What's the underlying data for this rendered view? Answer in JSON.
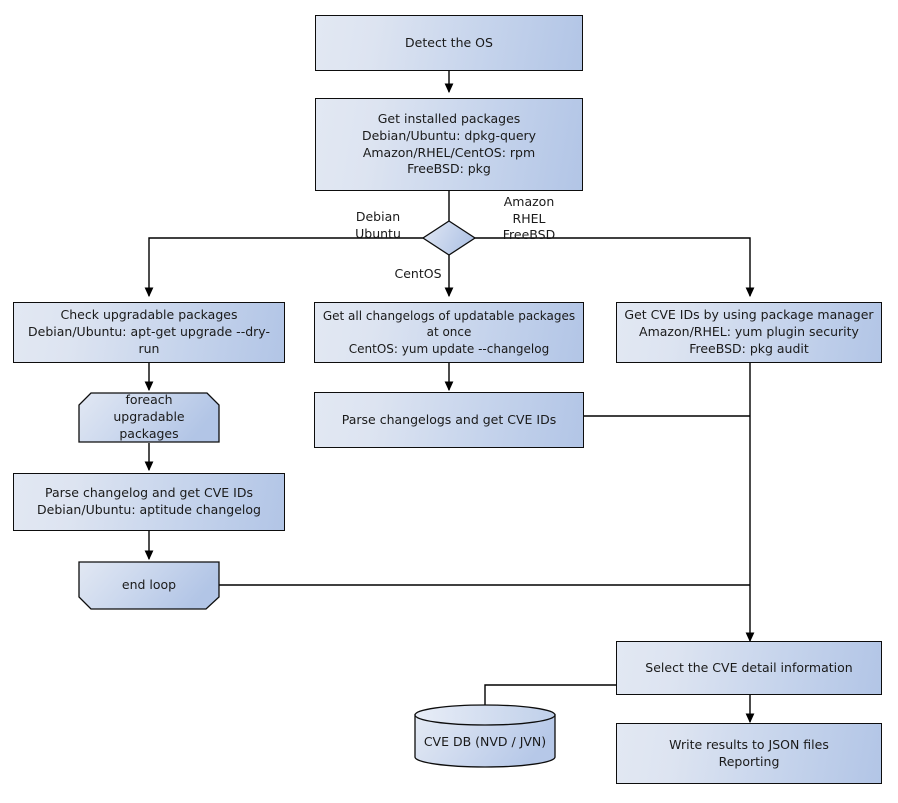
{
  "diagram": {
    "title": "OS package CVE scanning flowchart",
    "colors": {
      "node_fill_light": "#e2e8f3",
      "node_fill_dark": "#b2c5e6",
      "node_border": "#0d0d0d",
      "text": "#1a1a1a",
      "edge": "#000000",
      "background": "#ffffff"
    }
  },
  "nodes": {
    "detect_os": {
      "label": "Detect the OS"
    },
    "get_installed_packages": {
      "label": "Get installed packages\nDebian/Ubuntu: dpkg-query\nAmazon/RHEL/CentOS: rpm\nFreeBSD: pkg"
    },
    "os_decision": {
      "label": ""
    },
    "check_upgradable": {
      "label": "Check upgradable packages\nDebian/Ubuntu: apt-get upgrade --dry-run"
    },
    "get_all_changelogs": {
      "label": "Get all changelogs of updatable packages at once\nCentOS: yum update --changelog"
    },
    "get_cve_ids_pkgmgr": {
      "label": "Get CVE IDs by using package manager\nAmazon/RHEL: yum plugin security\nFreeBSD: pkg audit"
    },
    "foreach_loop": {
      "label": "foreach\nupgradable  packages"
    },
    "parse_changelog_single": {
      "label": "Parse changelog and get  CVE IDs\nDebian/Ubuntu: aptitude changelog"
    },
    "end_loop": {
      "label": "end loop"
    },
    "parse_changelogs_bulk": {
      "label": "Parse changelogs and get CVE IDs"
    },
    "select_cve_detail": {
      "label": "Select the CVE detail information"
    },
    "cve_db": {
      "label": "CVE DB (NVD / JVN)"
    },
    "write_results": {
      "label": "Write results to JSON files\nReporting"
    }
  },
  "edge_labels": {
    "debian_ubuntu": "Debian\nUbuntu",
    "amazon_rhel_freebsd": "Amazon\nRHEL\nFreeBSD",
    "centos": "CentOS"
  }
}
